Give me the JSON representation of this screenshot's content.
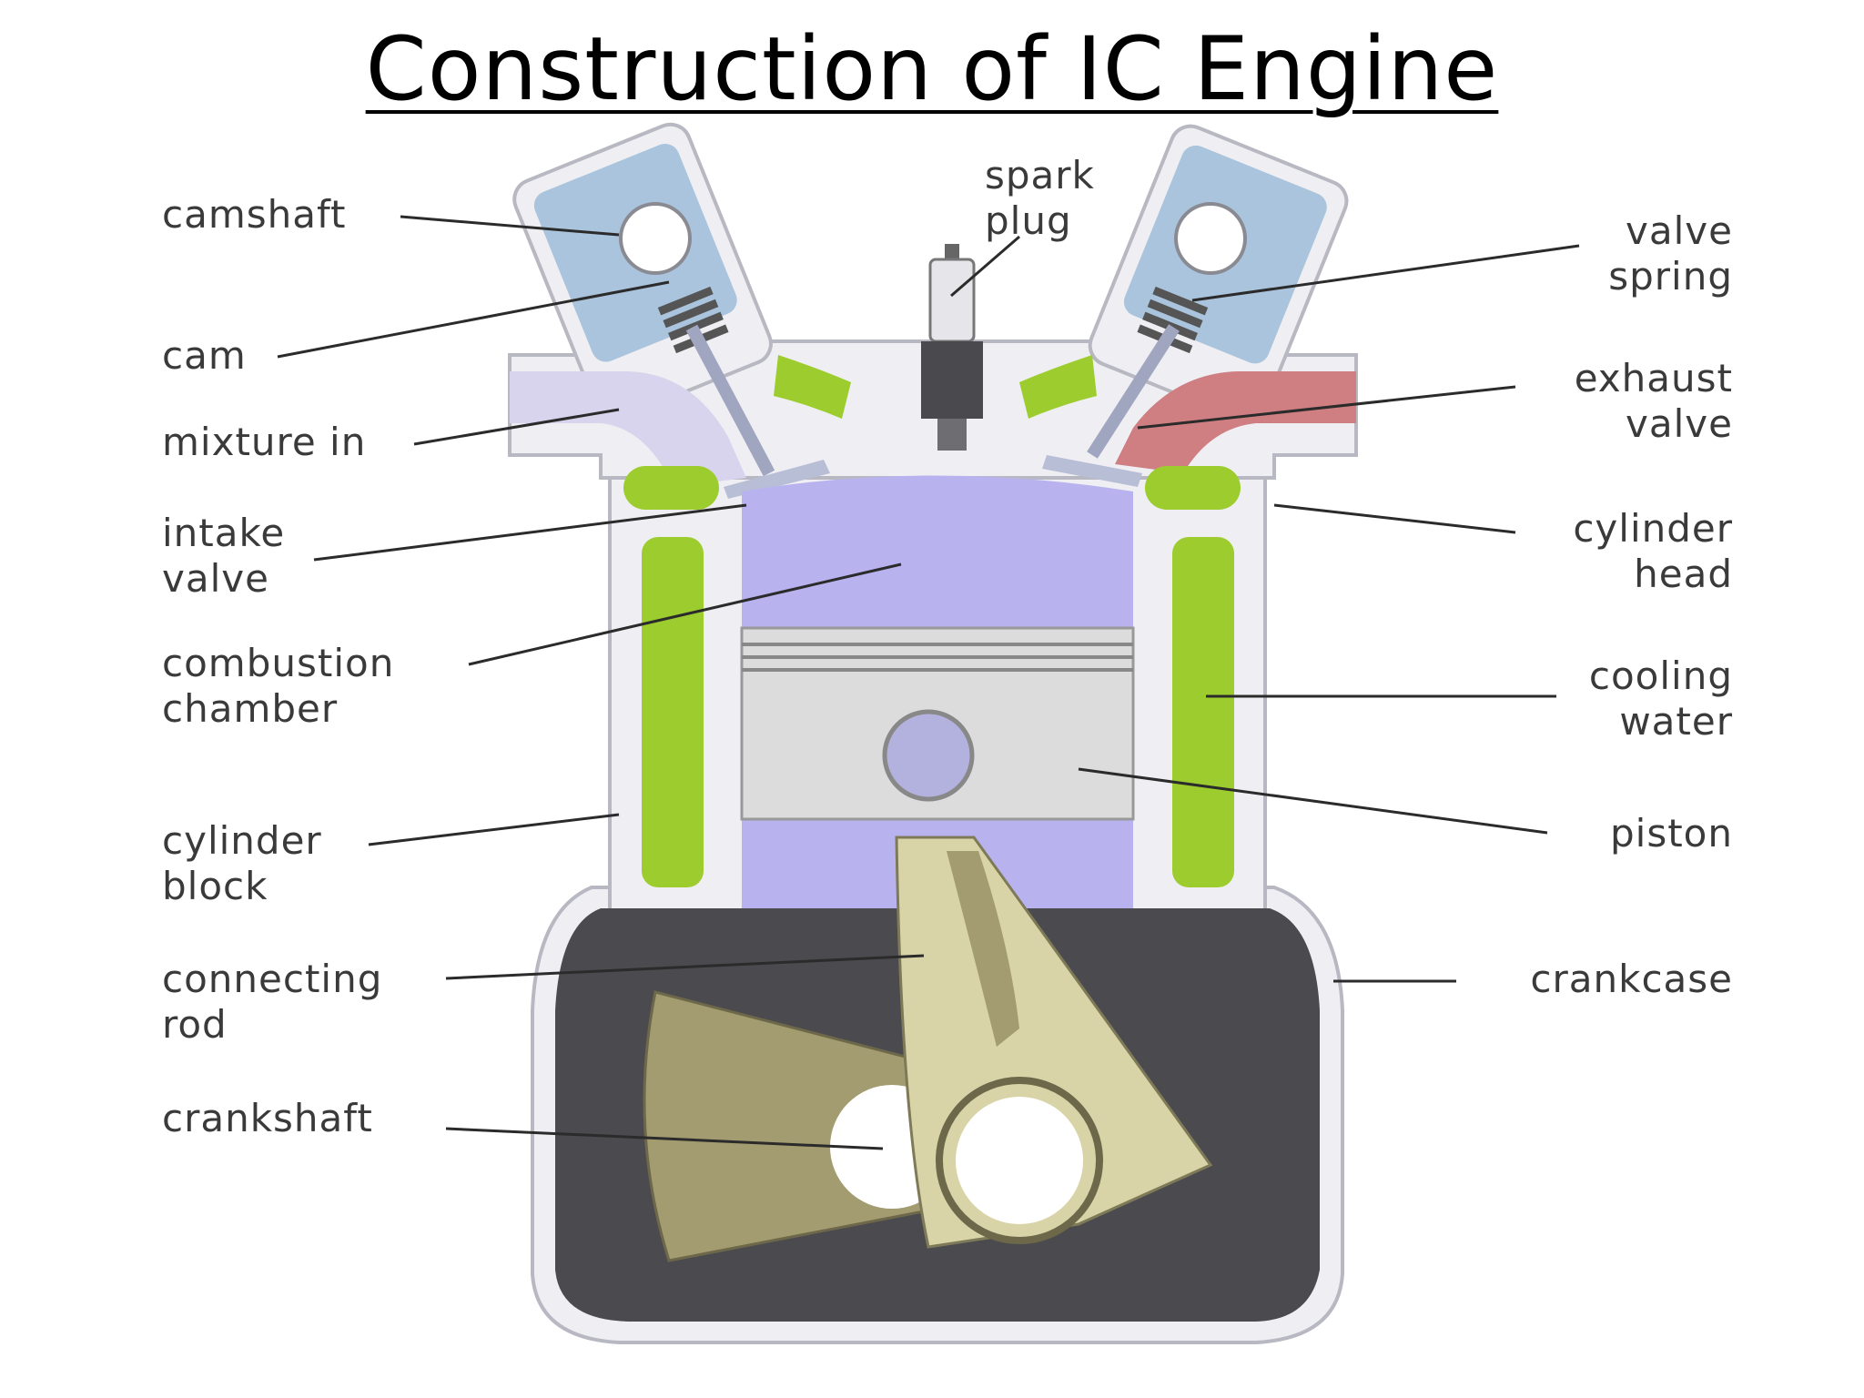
{
  "title": "Construction of IC Engine",
  "colors": {
    "background": "#ffffff",
    "casing": "#efeff3",
    "casing_outline": "#b8b8c2",
    "cooling_water": "#9dcc2e",
    "camshaft_housing": "#a9c4dc",
    "mixture": "#d8d4ee",
    "exhaust": "#cf7f82",
    "combustion": "#a9a3e6",
    "piston": "#dcdcdc",
    "crankcase": "#4b4b4f",
    "rod": "#d8d4a8",
    "crank": "#a39c70"
  },
  "labels": {
    "camshaft": "camshaft",
    "cam": "cam",
    "mixture_in": "mixture in",
    "intake_valve_1": "intake",
    "intake_valve_2": "valve",
    "combustion_chamber_1": "combustion",
    "combustion_chamber_2": "chamber",
    "cylinder_block_1": "cylinder",
    "cylinder_block_2": "block",
    "connecting_rod_1": "connecting",
    "connecting_rod_2": "rod",
    "crankshaft": "crankshaft",
    "spark_plug_1": "spark",
    "spark_plug_2": "plug",
    "valve_spring_1": "valve",
    "valve_spring_2": "spring",
    "exhaust_valve_1": "exhaust",
    "exhaust_valve_2": "valve",
    "cylinder_head_1": "cylinder",
    "cylinder_head_2": "head",
    "cooling_water_1": "cooling",
    "cooling_water_2": "water",
    "piston": "piston",
    "crankcase": "crankcase"
  }
}
